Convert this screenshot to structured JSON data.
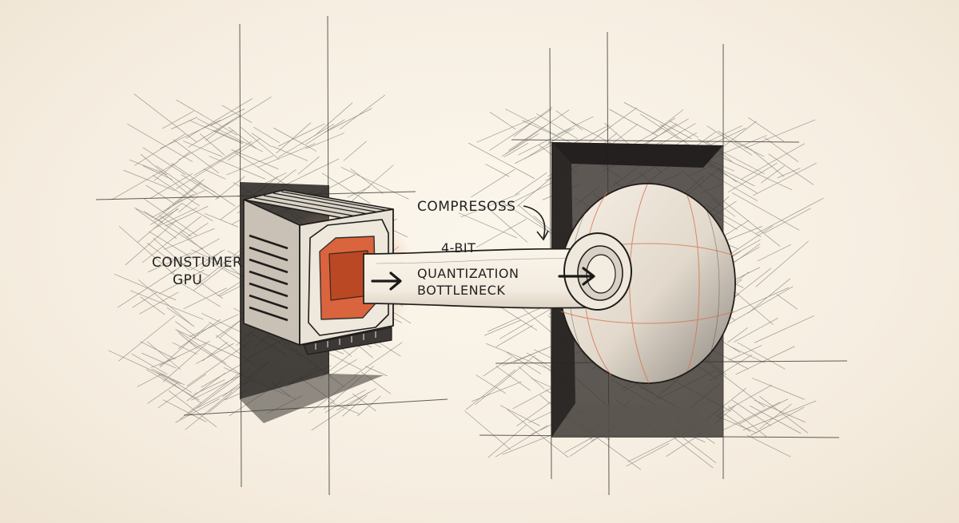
{
  "labels": {
    "gpu_line1": "CONSTUMER",
    "gpu_line2": "GPU",
    "compress": "COMPRESOSS",
    "bits": "4-BIT",
    "bottleneck_line1": "QUANTIZATION",
    "bottleneck_line2": "BOTTLENECK"
  },
  "colors": {
    "ink": "#222222",
    "paper": "#f8f1e6",
    "accent": "#e0552a"
  }
}
